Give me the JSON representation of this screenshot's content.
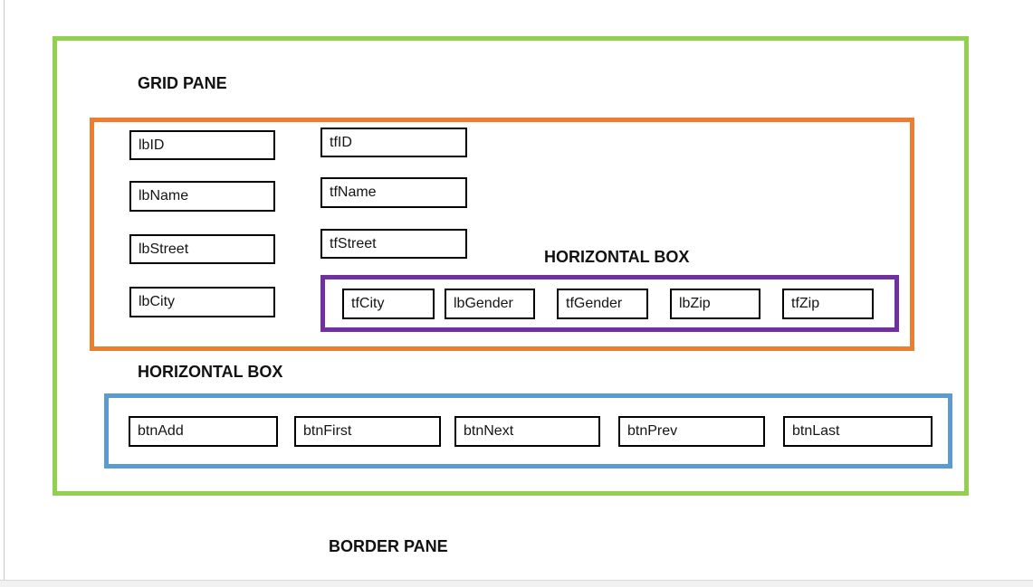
{
  "colors": {
    "border_pane": "#92d050",
    "grid_pane": "#ed7d31",
    "hbox_fields": "#7030a0",
    "hbox_buttons": "#5b9bd5",
    "node_border": "#000000"
  },
  "border_pane": {
    "title": "BORDER PANE",
    "grid_pane": {
      "title": "GRID PANE",
      "label_nodes": [
        "lbID",
        "lbName",
        "lbStreet",
        "lbCity"
      ],
      "field_nodes": [
        "tfID",
        "tfName",
        "tfStreet"
      ],
      "hbox_fields": {
        "title": "HORIZONTAL BOX",
        "nodes": [
          "tfCity",
          "lbGender",
          "tfGender",
          "lbZip",
          "tfZip"
        ]
      }
    },
    "hbox_buttons": {
      "title": "HORIZONTAL BOX",
      "nodes": [
        "btnAdd",
        "btnFirst",
        "btnNext",
        "btnPrev",
        "btnLast"
      ]
    }
  }
}
